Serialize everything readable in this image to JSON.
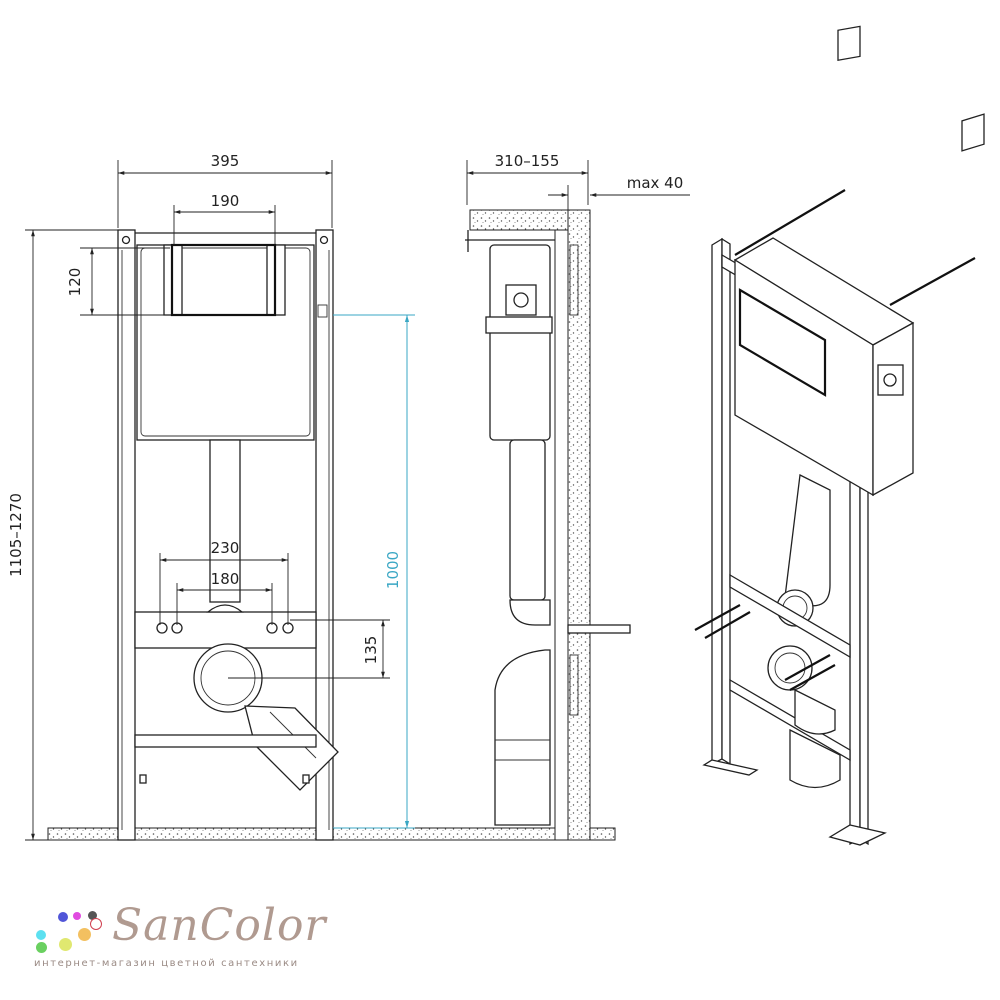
{
  "front_view": {
    "dims": {
      "width_total": "395",
      "plate_width": "190",
      "plate_height": "120",
      "height_range": "1105–1270",
      "outer_fixing": "230",
      "inner_fixing": "180",
      "drain_height": "135",
      "water_inlet_height": "1000"
    }
  },
  "side_view": {
    "dims": {
      "depth_range": "310–155",
      "max_wall": "max 40"
    }
  },
  "logo": {
    "brand": "SanColor",
    "tagline": "интернет-магазин цветной сантехники"
  },
  "colors": {
    "accent_dimension": "#3aa7c4",
    "brand": "#b09a90"
  }
}
